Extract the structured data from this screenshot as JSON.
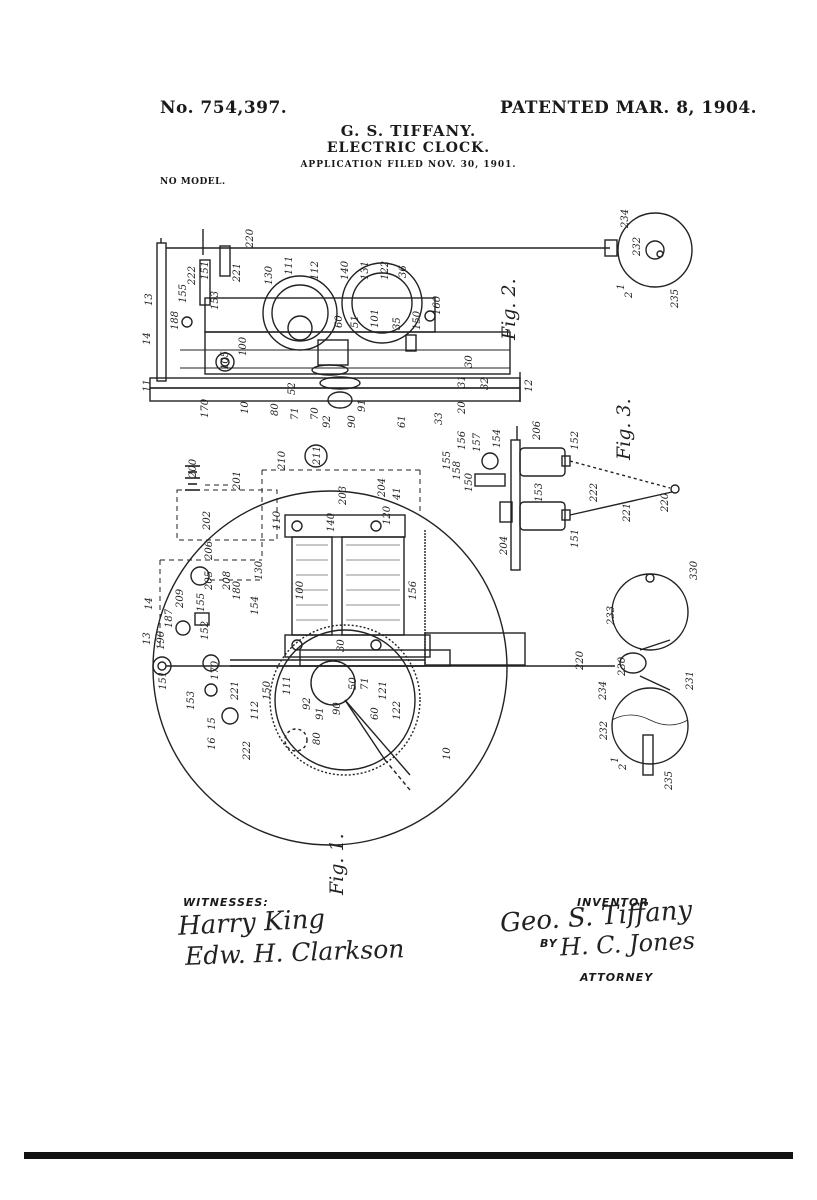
{
  "header": {
    "patent_number": "No. 754,397.",
    "patent_date": "PATENTED MAR. 8, 1904.",
    "inventor_name": "G. S. TIFFANY.",
    "title": "ELECTRIC CLOCK.",
    "application_filed": "APPLICATION FILED NOV. 30, 1901.",
    "no_model": "NO MODEL."
  },
  "figures": {
    "fig1_label": "Fig. 1.",
    "fig2_label": "Fig. 2.",
    "fig3_label": "Fig. 3."
  },
  "reference_numerals": {
    "fig2": [
      "220",
      "234",
      "232",
      "235",
      "1",
      "2",
      "222",
      "151",
      "153",
      "221",
      "130",
      "111",
      "112",
      "140",
      "131",
      "122",
      "36",
      "13",
      "155",
      "188",
      "14",
      "60",
      "51",
      "101",
      "35",
      "150",
      "160",
      "100",
      "30",
      "11",
      "105",
      "52",
      "31",
      "32",
      "12",
      "170",
      "10",
      "80",
      "71",
      "70",
      "91",
      "92",
      "90",
      "61",
      "20",
      "33"
    ],
    "fig3": [
      "206",
      "156",
      "157",
      "154",
      "152",
      "155",
      "158",
      "150",
      "153",
      "222",
      "204",
      "151",
      "221",
      "220"
    ],
    "fig1": [
      "200",
      "201",
      "202",
      "210",
      "211",
      "203",
      "204",
      "41",
      "110",
      "120",
      "140",
      "206",
      "205",
      "208",
      "180",
      "130",
      "100",
      "156",
      "14",
      "209",
      "155",
      "187",
      "154",
      "13",
      "190",
      "152",
      "151",
      "153",
      "170",
      "150",
      "111",
      "112",
      "30",
      "121",
      "122",
      "50",
      "71",
      "92",
      "91",
      "90",
      "60",
      "80",
      "16",
      "15",
      "10",
      "222",
      "221",
      "220",
      "330",
      "233",
      "230",
      "234",
      "231",
      "232",
      "235",
      "1",
      "2"
    ]
  },
  "signatures": {
    "witnesses_label": "WITNESSES:",
    "witness_1": "Harry King",
    "witness_2": "Edw. H. Clarkson",
    "inventor_label": "INVENTOR",
    "inventor_signature": "Geo. S. Tiffany",
    "by_label": "BY",
    "attorney_signature": "H. C. Jones",
    "attorney_label": "ATTORNEY"
  }
}
